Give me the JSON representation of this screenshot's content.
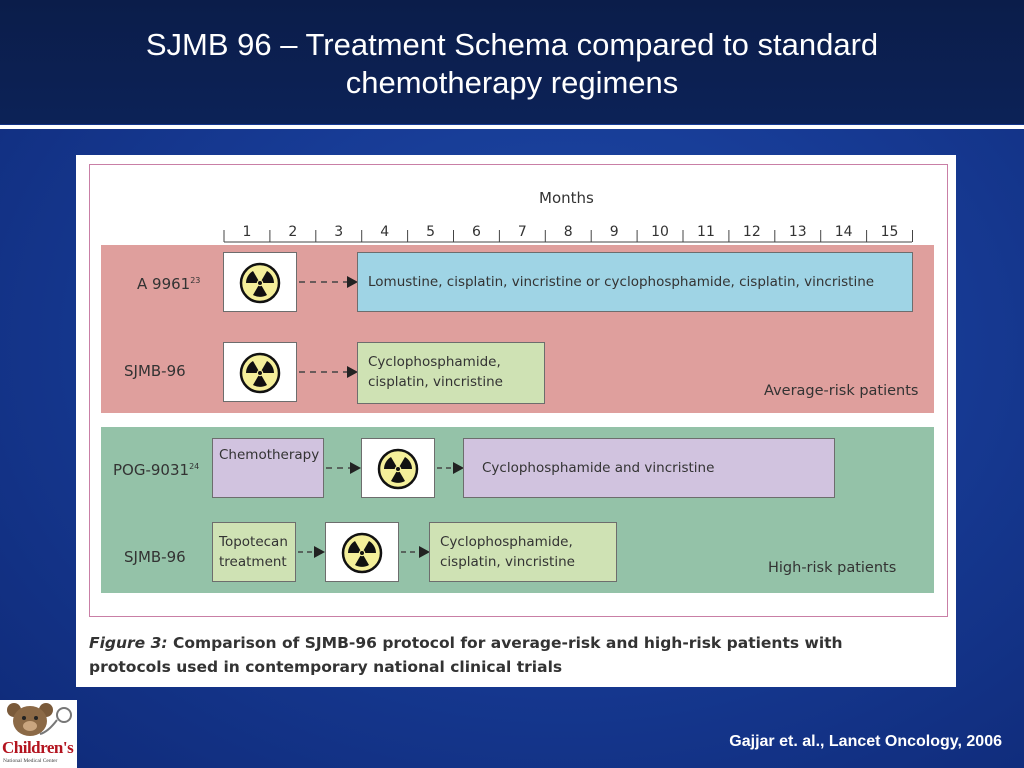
{
  "title_line1": "SJMB 96 – Treatment Schema compared to standard",
  "title_line2": "chemotherapy regimens",
  "axis_label": "Months",
  "months": [
    "1",
    "2",
    "3",
    "4",
    "5",
    "6",
    "7",
    "8",
    "9",
    "10",
    "11",
    "12",
    "13",
    "14",
    "15"
  ],
  "average_risk": {
    "row1_label": "A 9961",
    "row1_ref": "23",
    "row1_box": "Lomustine, cisplatin, vincristine or cyclophosphamide, cisplatin, vincristine",
    "row2_label": "SJMB-96",
    "row2_box_line1": "Cyclophosphamide,",
    "row2_box_line2": "cisplatin, vincristine",
    "band_label": "Average-risk patients"
  },
  "high_risk": {
    "row1_label": "POG-9031",
    "row1_ref": "24",
    "row1_box1": "Chemotherapy",
    "row1_box2": "Cyclophosphamide and vincristine",
    "row2_label": "SJMB-96",
    "row2_box1_line1": "Topotecan",
    "row2_box1_line2": "treatment",
    "row2_box2_line1": "Cyclophosphamide,",
    "row2_box2_line2": "cisplatin, vincristine",
    "band_label": "High-risk patients"
  },
  "caption_figure": "Figure 3:",
  "caption_text": " Comparison of SJMB-96 protocol for average-risk and high-risk patients with protocols used in contemporary national clinical trials",
  "credit": "Gajjar et. al., Lancet Oncology, 2006",
  "logo_text": "Children's",
  "logo_subtext": "National Medical Center",
  "colors": {
    "background": "#173b95",
    "average_risk_band": "#df9f9d",
    "high_risk_band": "#94c2a8",
    "chemo_blue": "#9fd4e5",
    "chemo_green": "#cfe2b4",
    "chemo_purple": "#d1c3df",
    "radiation_yellow": "#f4ef9a"
  },
  "icons": {
    "radiation": "radiation-trefoil-icon",
    "arrow": "dashed-arrow-icon"
  }
}
